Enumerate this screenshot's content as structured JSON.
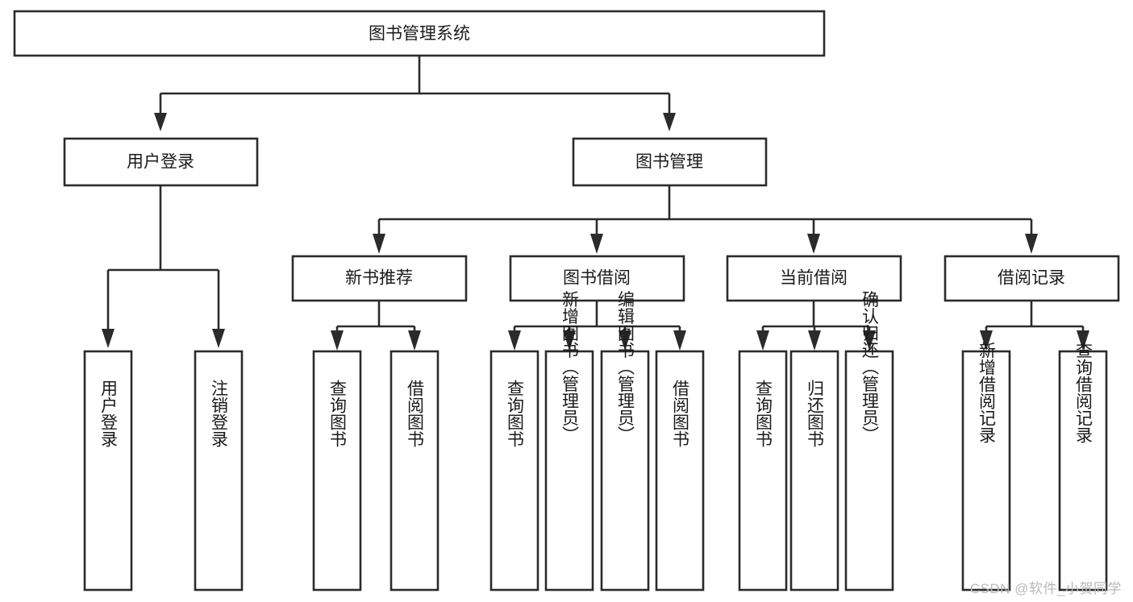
{
  "diagram": {
    "type": "tree-hierarchy",
    "orientation": "top-down",
    "title": "图书管理系统",
    "theme": {
      "background": "#ffffff",
      "box_fill": "#ffffff",
      "stroke": "#2b2b2b",
      "text": "#1a1a1a",
      "watermark": "#b9b9b9"
    },
    "root": {
      "id": "root",
      "label": "图书管理系统"
    },
    "level1": [
      {
        "id": "user-login",
        "label": "用户登录"
      },
      {
        "id": "book-manage",
        "label": "图书管理"
      }
    ],
    "level2": [
      {
        "id": "new-book-rec",
        "label": "新书推荐",
        "parent": "book-manage"
      },
      {
        "id": "book-borrow",
        "label": "图书借阅",
        "parent": "book-manage"
      },
      {
        "id": "current-borrow",
        "label": "当前借阅",
        "parent": "book-manage"
      },
      {
        "id": "borrow-record",
        "label": "借阅记录",
        "parent": "book-manage"
      }
    ],
    "leaves": {
      "user-login": [
        {
          "id": "leaf-user-login",
          "label": "用户登录"
        },
        {
          "id": "leaf-user-logout",
          "label": "注销登录"
        }
      ],
      "new-book-rec": [
        {
          "id": "leaf-query-book-1",
          "label": "查询图书"
        },
        {
          "id": "leaf-borrow-book-1",
          "label": "借阅图书"
        }
      ],
      "book-borrow": [
        {
          "id": "leaf-query-book-2",
          "label": "查询图书"
        },
        {
          "id": "leaf-add-book",
          "label": "新增图书（管理员）"
        },
        {
          "id": "leaf-edit-book",
          "label": "编辑图书（管理员）"
        },
        {
          "id": "leaf-borrow-book-2",
          "label": "借阅图书"
        }
      ],
      "current-borrow": [
        {
          "id": "leaf-query-book-3",
          "label": "查询图书"
        },
        {
          "id": "leaf-return-book",
          "label": "归还图书"
        },
        {
          "id": "leaf-confirm-return",
          "label": "确认归还（管理员）"
        }
      ],
      "borrow-record": [
        {
          "id": "leaf-add-record",
          "label": "新增借阅记录"
        },
        {
          "id": "leaf-query-record",
          "label": "查询借阅记录"
        }
      ]
    }
  },
  "watermark": {
    "label": "CSDN @软件_小贺同学"
  }
}
